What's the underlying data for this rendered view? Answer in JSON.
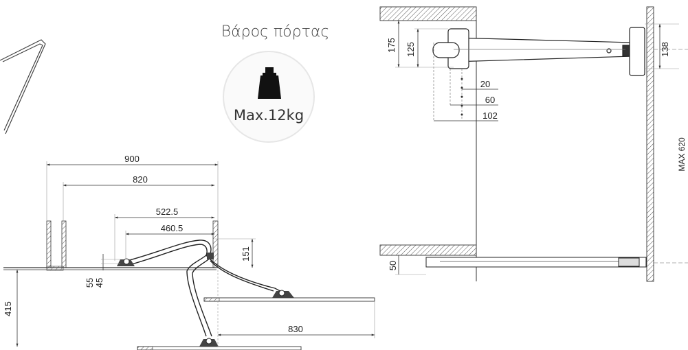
{
  "weight_badge": {
    "title": "Βάρος πόρτας",
    "value": "Max.12kg",
    "icon": "weight-icon"
  },
  "side_view": {
    "dims": {
      "overall_width": "900",
      "inner_width": "820",
      "pivot_span": "522.5",
      "arm_span": "460.5",
      "bracket_height": "151",
      "offset_55": "55",
      "offset_45": "45",
      "drop_height": "415",
      "door_travel": "830"
    }
  },
  "top_view": {
    "dims": {
      "bracket_175": "175",
      "bracket_125": "125",
      "hole_20": "20",
      "hole_60": "60",
      "hole_102": "102",
      "mount_138": "138",
      "max_depth": "MAX 620",
      "rail_50": "50"
    }
  }
}
